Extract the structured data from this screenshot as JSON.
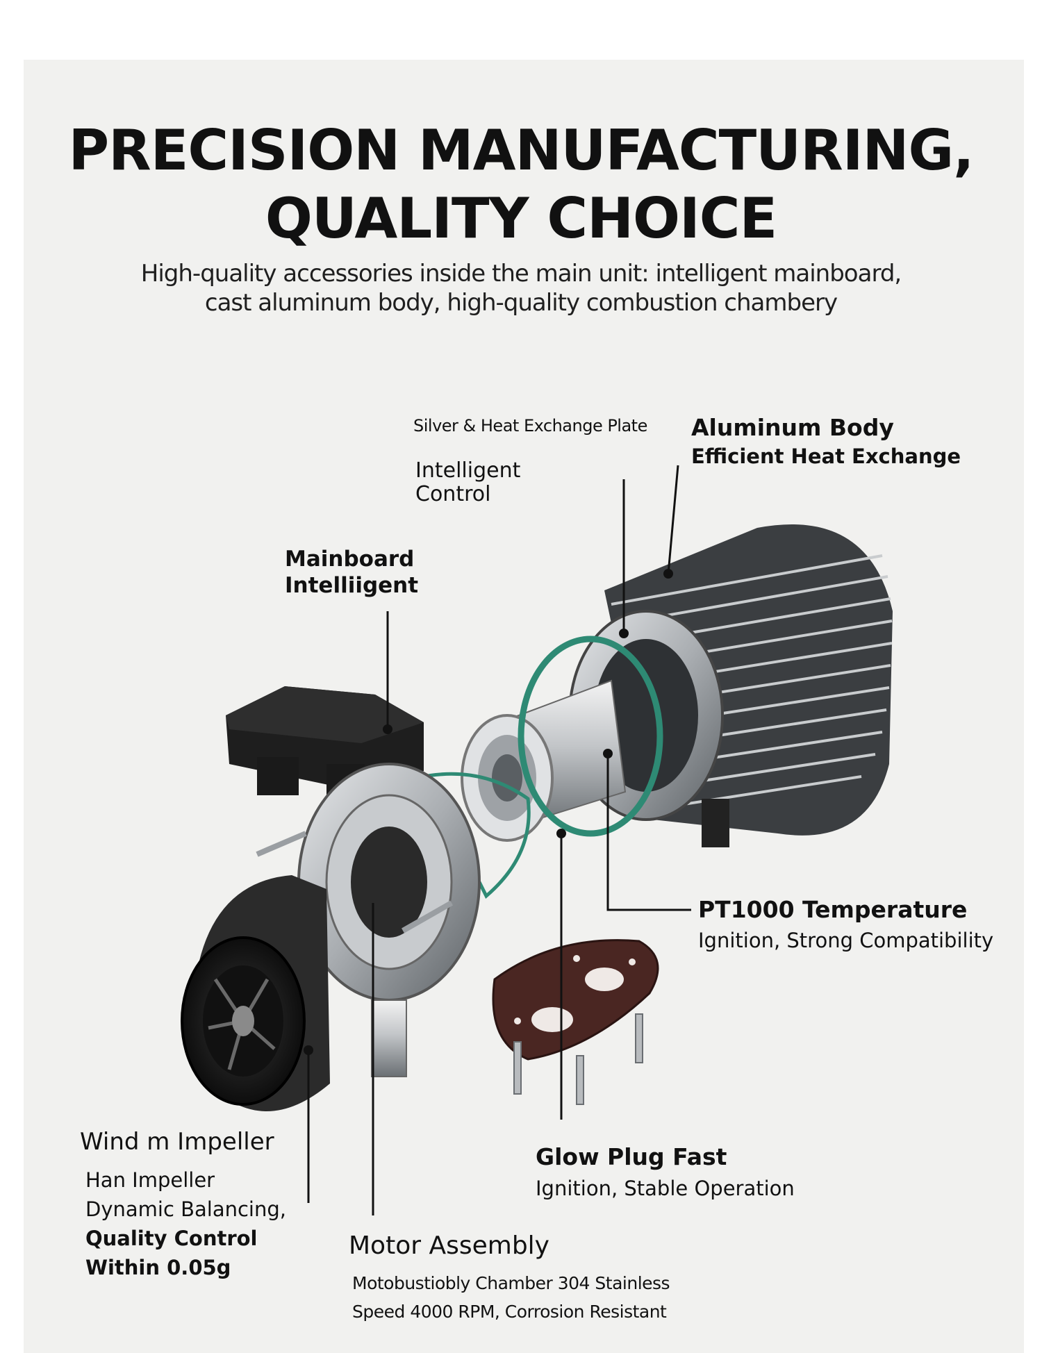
{
  "header": {
    "title_line1": "PRECISION MANUFACTURING,",
    "title_line2": "QUALITY CHOICE",
    "subtitle_line1": "High-quality accessories inside the main unit: intelligent mainboard,",
    "subtitle_line2": "cast aluminum body, high-quality combustion chambery"
  },
  "callouts": {
    "silver_plate": "Silver & Heat Exchange Plate",
    "intelligent_control_1": "Intelligent",
    "intelligent_control_2": "Control",
    "aluminum_title": "Aluminum Body",
    "aluminum_desc": "Efficient Heat Exchange",
    "mainboard_1": "Mainboard",
    "mainboard_2": "Intelliigent",
    "pt1000_title": "PT1000 Temperature",
    "pt1000_desc": "Ignition, Strong Compatibility",
    "glow_title": "Glow Plug Fast",
    "glow_desc": "Ignition, Stable Operation",
    "wind_title": "Wind m Impeller",
    "wind_1": "Han Impeller",
    "wind_2": "Dynamic Balancing,",
    "wind_3": "Quality Control",
    "wind_4": "Within 0.05g",
    "motor_title": "Motor Assembly",
    "motor_1": "Motobustiobly Chamber 304 Stainless",
    "motor_2": "Speed 4000 RPM, Corrosion Resistant"
  },
  "colors": {
    "background": "#f1f1ef",
    "text": "#111111",
    "gasket": "#2e8a74",
    "plate": "#4a2622",
    "metal": "#b9bcbf",
    "black_part": "#1c1c1c"
  }
}
